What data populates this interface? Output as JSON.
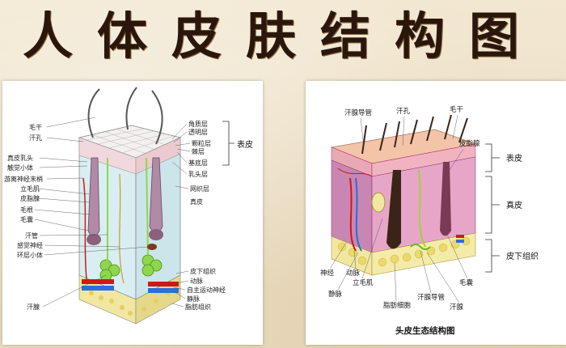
{
  "title": "人体皮肤结构图",
  "left_diagram": {
    "labels_left": [
      "毛干",
      "汗孔",
      "真皮乳头",
      "触觉小体",
      "游离神经末梢",
      "立毛肌",
      "皮脂腺",
      "毛根",
      "毛囊",
      "汗管",
      "感觉神经",
      "环层小体",
      "汗腺"
    ],
    "labels_right": [
      "角质层",
      "透明层",
      "颗粒层",
      "棘层",
      "基底层",
      "乳头层",
      "网织层",
      "真皮",
      "皮下组织",
      "动脉",
      "自主运动神经",
      "静脉",
      "脂肪组织"
    ],
    "bracket_label": "表皮"
  },
  "right_diagram": {
    "labels_top": [
      "汗腺导管",
      "汗孔",
      "毛干",
      "皮脂腺"
    ],
    "labels_bottom": [
      "神经",
      "动脉",
      "立毛肌",
      "静脉",
      "脂肪细胞",
      "汗腺导管",
      "毛囊",
      "汗腺"
    ],
    "layers": [
      "表皮",
      "真皮",
      "皮下组织"
    ],
    "caption": "头皮生态结构图"
  },
  "colors": {
    "title": "#2a160b",
    "epidermis": "#e9a9b4",
    "dermis_left": "#d8eef2",
    "dermis_right": "#e7a6c8",
    "fat": "#f2e7a0",
    "artery": "#d01818",
    "vein": "#2b6fd8",
    "nerve": "#9cd23a",
    "hair": "#3a2418"
  }
}
